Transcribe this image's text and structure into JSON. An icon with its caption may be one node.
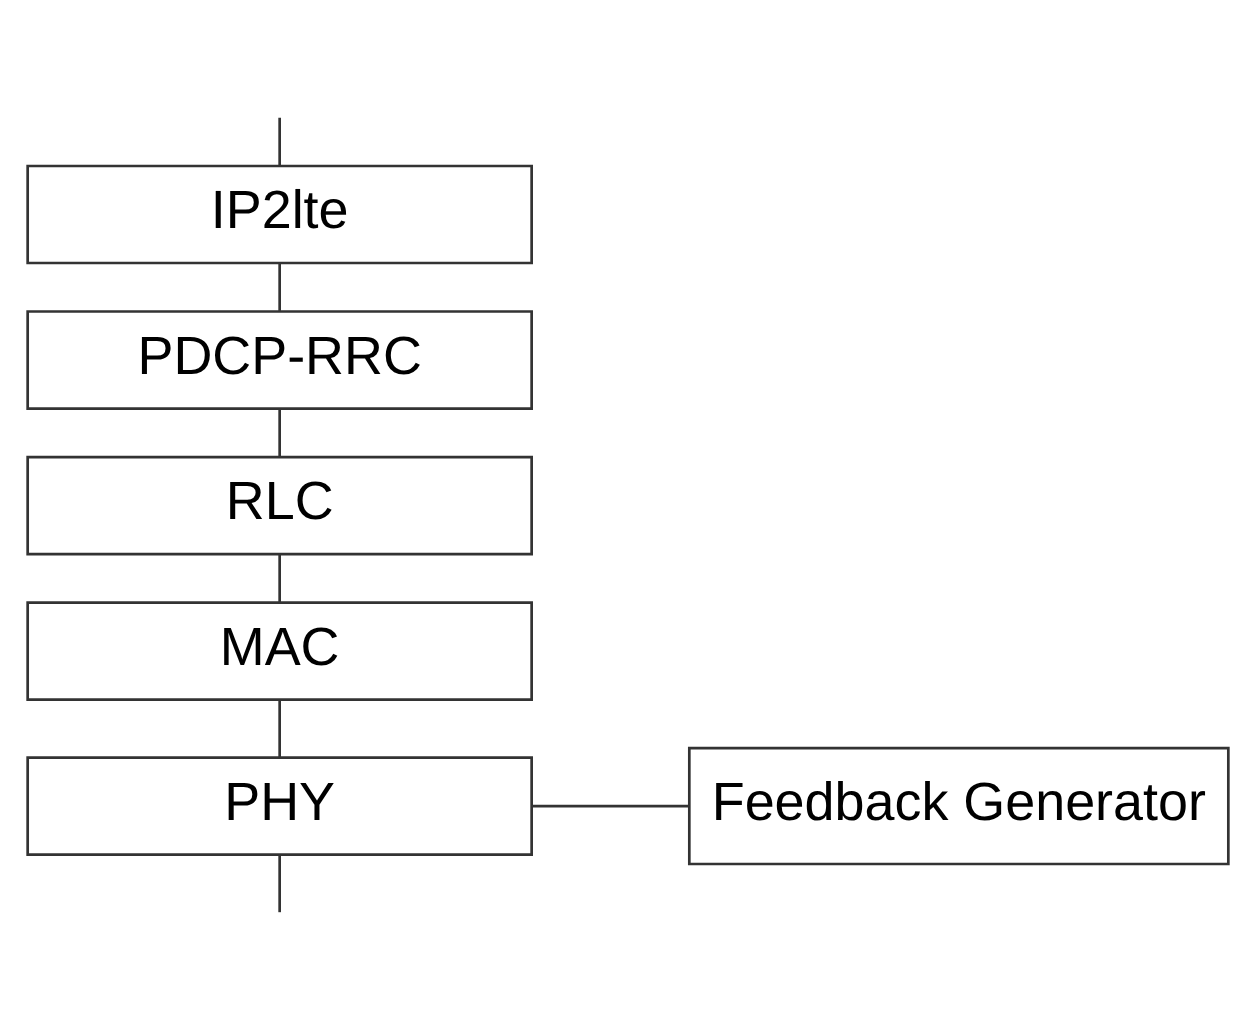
{
  "diagram": {
    "nodes": [
      {
        "text": [
          "IP2lte"
        ]
      },
      {
        "text": [
          "PDCP-RRC"
        ]
      },
      {
        "text": [
          "RLC"
        ]
      },
      {
        "text": [
          "MAC"
        ]
      },
      {
        "text": [
          "PHY"
        ]
      },
      {
        "text": [
          "Feedback Generator"
        ]
      }
    ],
    "edges": [
      {
        "from": null,
        "to": 0,
        "arrow": "none"
      },
      {
        "from": 0,
        "to": 1,
        "arrow": "none"
      },
      {
        "from": 1,
        "to": 2,
        "arrow": "none"
      },
      {
        "from": 2,
        "to": 3,
        "arrow": "none"
      },
      {
        "from": 3,
        "to": 4,
        "arrow": "none"
      },
      {
        "from": 4,
        "to": 5,
        "arrow": "none"
      },
      {
        "from": 4,
        "to": null,
        "arrow": "none"
      }
    ]
  }
}
